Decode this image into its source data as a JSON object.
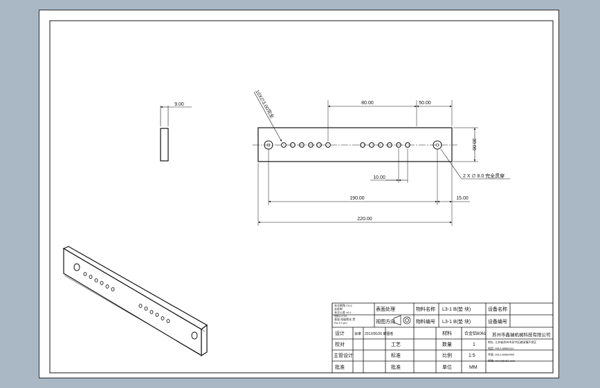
{
  "dims": {
    "thickness": "9.00",
    "height": "30.00",
    "holes_to_end": "80.00",
    "end_offset_top": "50.00",
    "hole_pitch": "10.00",
    "center_distance": "190.00",
    "end_offset_bottom": "15.00",
    "overall_length": "220.00",
    "hole_note": "2 X  ∅ 8.0 完全贯穿",
    "diag_label": "10X∅3.00完全"
  },
  "title_block": {
    "notes": [
      "未注倒角 C0.5",
      "去毛刺",
      "未注公差 ±0.1",
      "材料 LY12",
      "表面 阳极氧化 黑",
      "Ra 3.2 μm"
    ],
    "surface_treatment": "表面处理",
    "material_name_label": "物料名称",
    "material_name": "L3-1 B(垫 块)",
    "equipment_name": "设备名称",
    "projection": "视图方向",
    "material_code_label": "物料编号",
    "material_code": "L3-1 B(垫 块)",
    "equipment_code": "设备编号",
    "designer": "设计",
    "review": "会审",
    "date": "2012/06/26 审图者",
    "material_label": "材料",
    "material": "合金铝6061",
    "company": "苏州市鑫瑞机械科技有限公司",
    "address": "地址: 江苏省苏州市吴中区越溪镇开发区",
    "tel": "电话: 0512-66561111",
    "fax": "传真: 0512-66569999",
    "email": "邮箱: xinrui@163.com",
    "check": "校对",
    "process": "工艺",
    "quantity_label": "数量",
    "quantity": "1",
    "supervisor": "主管设计",
    "standard": "标准",
    "scale_label": "比例",
    "scale": "1:5",
    "approve": "批准",
    "approved_by": "批准",
    "unit_label": "单位",
    "unit": "MM"
  }
}
